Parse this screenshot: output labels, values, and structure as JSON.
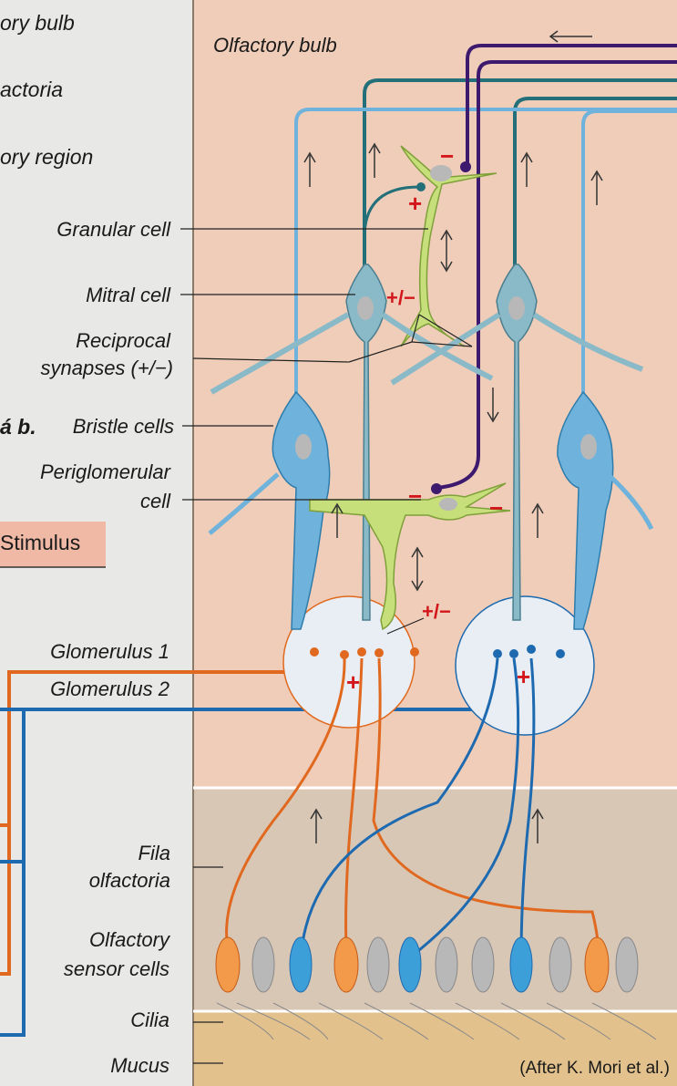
{
  "left_fragments": {
    "bulb": "ory bulb",
    "fila": "actoria",
    "region": "ory region",
    "fig_ref": "á b.",
    "stimulus": "Stimulus"
  },
  "panel_title": "Olfactory bulb",
  "labels": {
    "granular_cell": "Granular cell",
    "mitral_cell": "Mitral cell",
    "reciprocal_1": "Reciprocal",
    "reciprocal_2": "synapses (+/−)",
    "bristle_cells": "Bristle cells",
    "periglomerular_1": "Periglomerular",
    "periglomerular_2": "cell",
    "glomerulus_1": "Glomerulus 1",
    "glomerulus_2": "Glomerulus 2",
    "fila_1": "Fila",
    "fila_2": "olfactoria",
    "sensor_1": "Olfactory",
    "sensor_2": "sensor cells",
    "cilia": "Cilia",
    "mucus": "Mucus"
  },
  "signs": {
    "plus": "+",
    "minus": "−",
    "plus_minus": "+/−"
  },
  "credit": "(After K. Mori et al.)",
  "colors": {
    "bulb_bg": "#f0cdb8",
    "fila_bg": "#d9c7b6",
    "mucus_bg": "#e2c18d",
    "mitral": "#8ab9c8",
    "bristle": "#6fb3dc",
    "granular": "#c7df7a",
    "orange_axon": "#e0691f",
    "blue_axon": "#1e6ab0",
    "purple_axon": "#3d1a6e",
    "teal_axon": "#23707a",
    "sign_red": "#d2161b"
  }
}
